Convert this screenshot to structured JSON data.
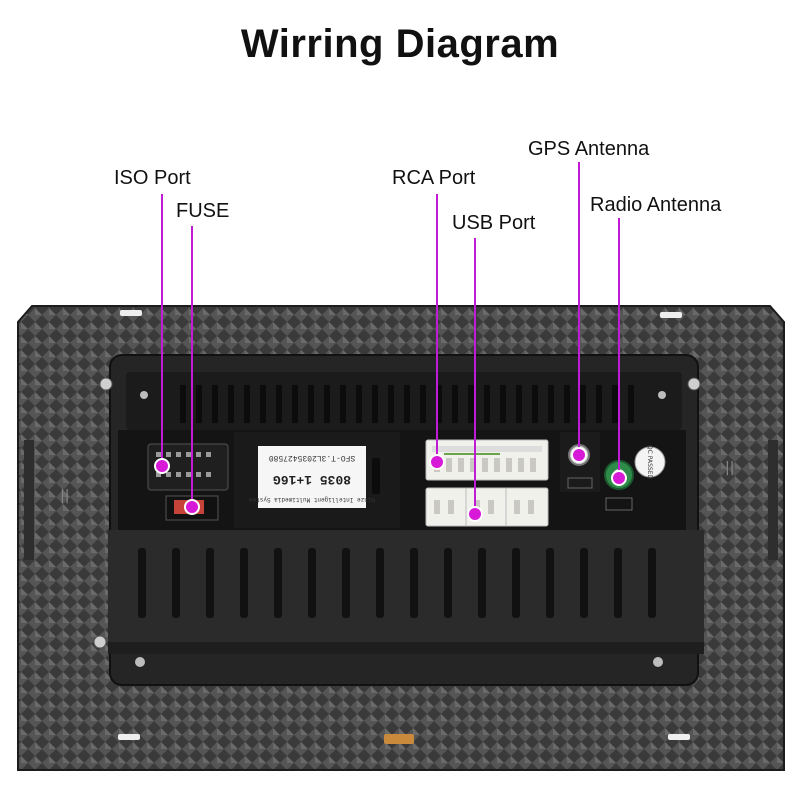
{
  "title": "Wirring Diagram",
  "callouts": {
    "iso_port": "ISO Port",
    "fuse": "FUSE",
    "rca_port": "RCA Port",
    "usb_port": "USB Port",
    "gps_antenna": "GPS Antenna",
    "radio_antenna": "Radio Antenna"
  },
  "sticker": {
    "line1": "SFO-T.3L2035427580",
    "line2": "8035 1+16G",
    "line3": "Hinze Intelligent Multimedia System"
  },
  "badge": "QC PASSED",
  "colors": {
    "leader": "#c11bd6",
    "marker": "#d61ad8",
    "housing": "#2a2a2a",
    "connector": "#f1f1ec",
    "fuse": "#c6433a",
    "radio_ring": "#2f8b4a"
  },
  "icons": [
    "gps-connector-icon",
    "radio-connector-icon"
  ]
}
